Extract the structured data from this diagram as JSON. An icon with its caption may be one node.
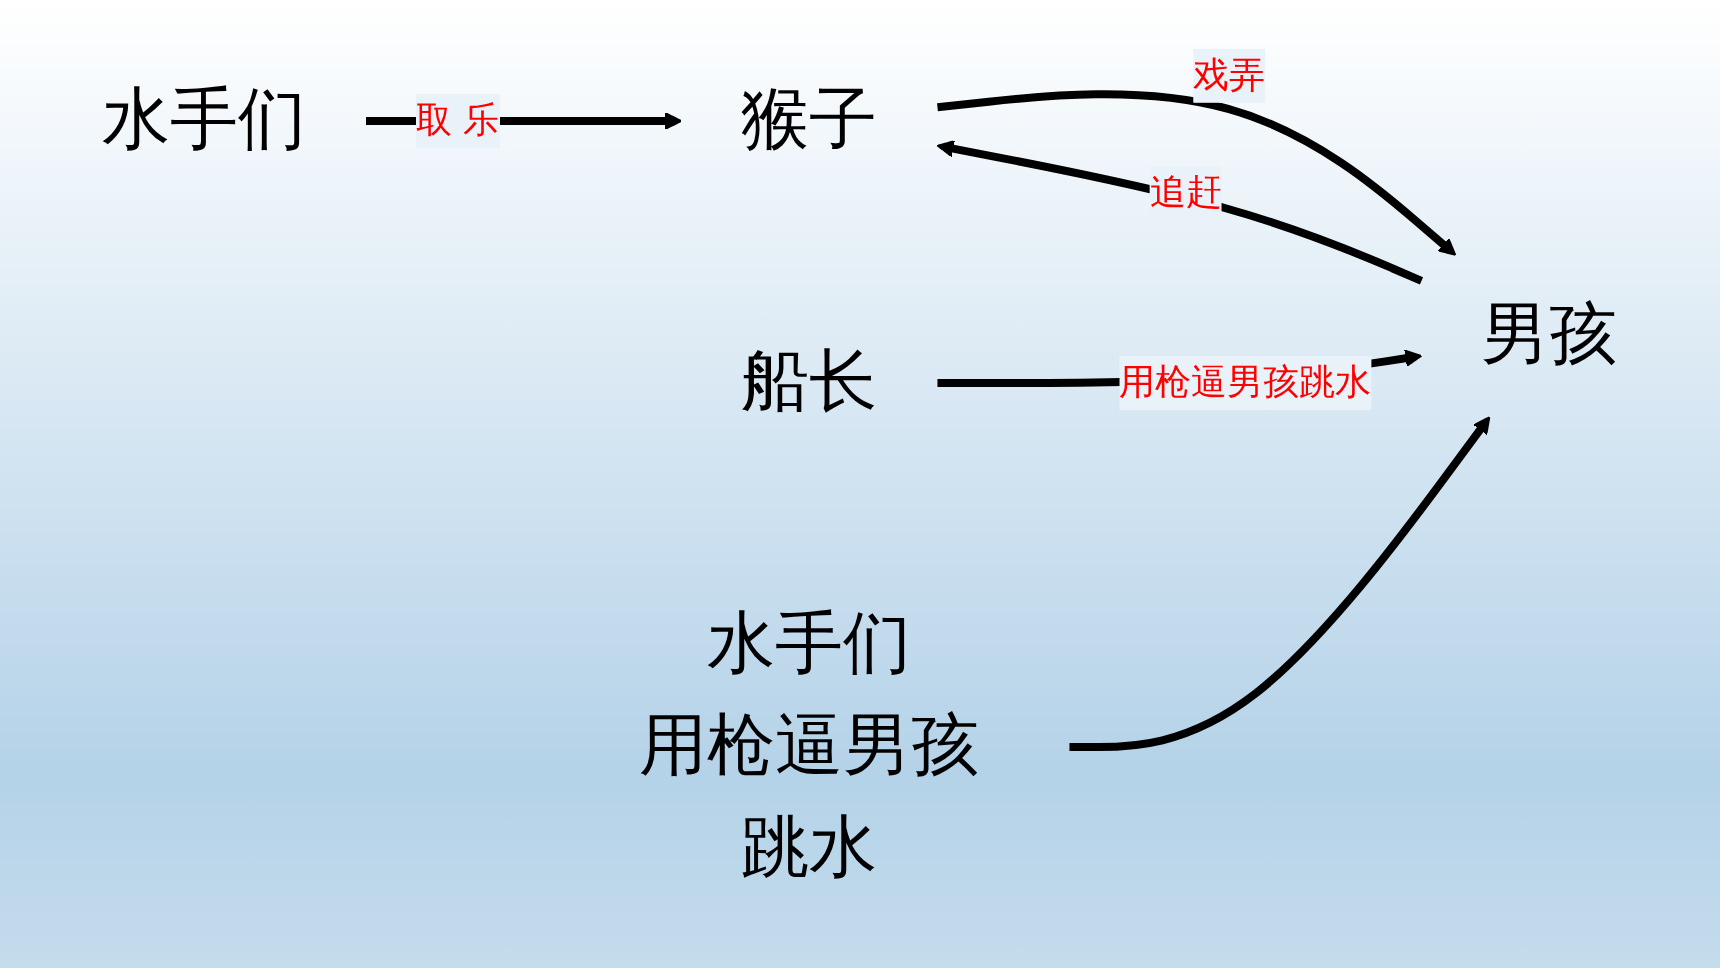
{
  "diagram": {
    "nodes": [
      {
        "text": [
          "水手们"
        ]
      },
      {
        "text": [
          "猴子"
        ]
      },
      {
        "text": [
          "男孩"
        ]
      },
      {
        "text": [
          "船长"
        ]
      },
      {
        "text": [
          "水手们"
        ],
        "beside": [
          "用枪逼男孩跳水"
        ]
      }
    ],
    "edges": [
      {
        "from": 0,
        "to": 1,
        "arrow": "to",
        "label": "取 乐"
      },
      {
        "from": 2,
        "to": 1,
        "arrow": "to",
        "label": "追赶"
      },
      {
        "from": 1,
        "to": 2,
        "arrow": "to",
        "label": "戏弄"
      },
      {
        "from": 3,
        "to": 2,
        "arrow": "to",
        "label": "用枪逼男孩跳水"
      },
      {
        "from": 4,
        "to": 2,
        "arrow": "to"
      }
    ]
  }
}
